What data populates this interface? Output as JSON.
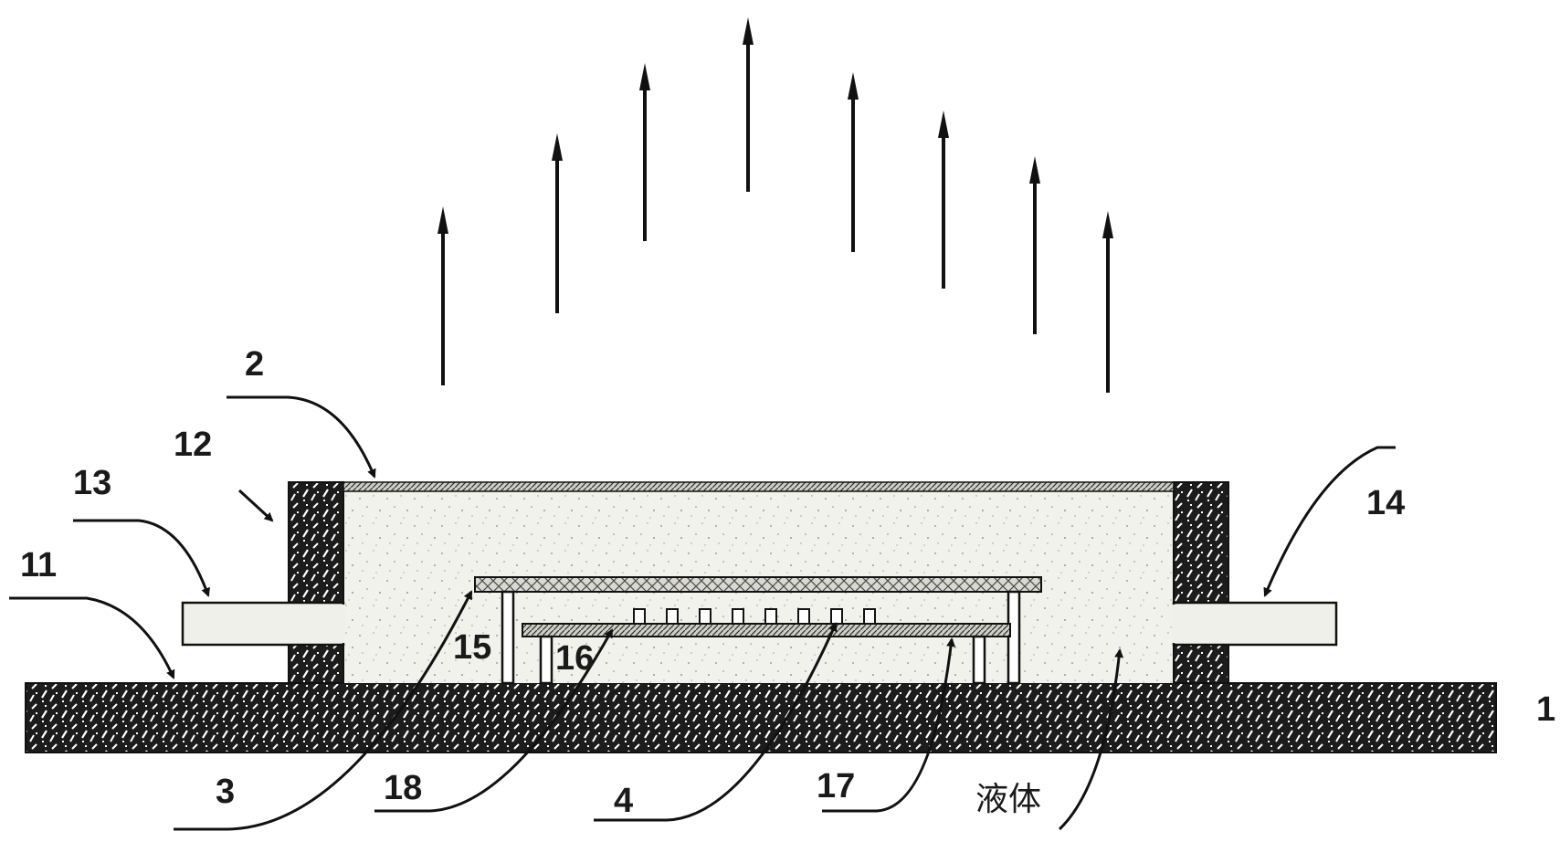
{
  "labels": {
    "l1": "1",
    "l2": "2",
    "l3": "3",
    "l4": "4",
    "l11": "11",
    "l12": "12",
    "l13": "13",
    "l14": "14",
    "l15": "15",
    "l16": "16",
    "l17": "17",
    "l18": "18",
    "liquid": "液体"
  },
  "colors": {
    "hatch_fill": "#1c1c1c",
    "hatch_mark": "#ffffff",
    "cavity_fill": "#f2f2ec",
    "pipe_fill": "#f0f0ea",
    "line": "#111111"
  },
  "icons": {
    "emission_arrows": "upward-arrow",
    "leader_arrows": "arrowhead"
  }
}
